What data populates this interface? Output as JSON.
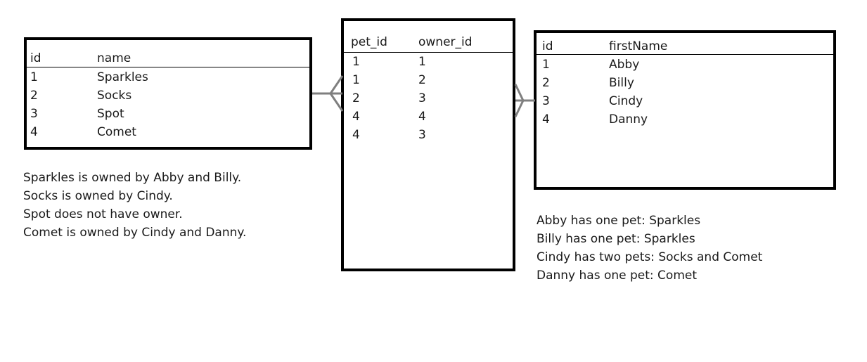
{
  "pets_table": {
    "columns": [
      "id",
      "name"
    ],
    "rows": [
      [
        "1",
        "Sparkles"
      ],
      [
        "2",
        "Socks"
      ],
      [
        "3",
        "Spot"
      ],
      [
        "4",
        "Comet"
      ]
    ]
  },
  "link_table": {
    "columns": [
      "pet_id",
      "owner_id"
    ],
    "rows": [
      [
        "1",
        "1"
      ],
      [
        "1",
        "2"
      ],
      [
        "2",
        "3"
      ],
      [
        "4",
        "4"
      ],
      [
        "4",
        "3"
      ]
    ]
  },
  "owners_table": {
    "columns": [
      "id",
      "firstName"
    ],
    "rows": [
      [
        "1",
        "Abby"
      ],
      [
        "2",
        "Billy"
      ],
      [
        "3",
        "Cindy"
      ],
      [
        "4",
        "Danny"
      ]
    ]
  },
  "pet_notes": [
    "Sparkles is owned by Abby and Billy.",
    "Socks is owned by Cindy.",
    "Spot does not have owner.",
    "Comet is owned by Cindy and Danny."
  ],
  "owner_notes": [
    "Abby has one pet: Sparkles",
    "Billy has one pet: Sparkles",
    "Cindy has two pets: Socks and Comet",
    "Danny has one pet: Comet"
  ],
  "colors": {
    "border": "#000000",
    "connector": "#7f7f7f",
    "text": "#1a1a1a"
  }
}
